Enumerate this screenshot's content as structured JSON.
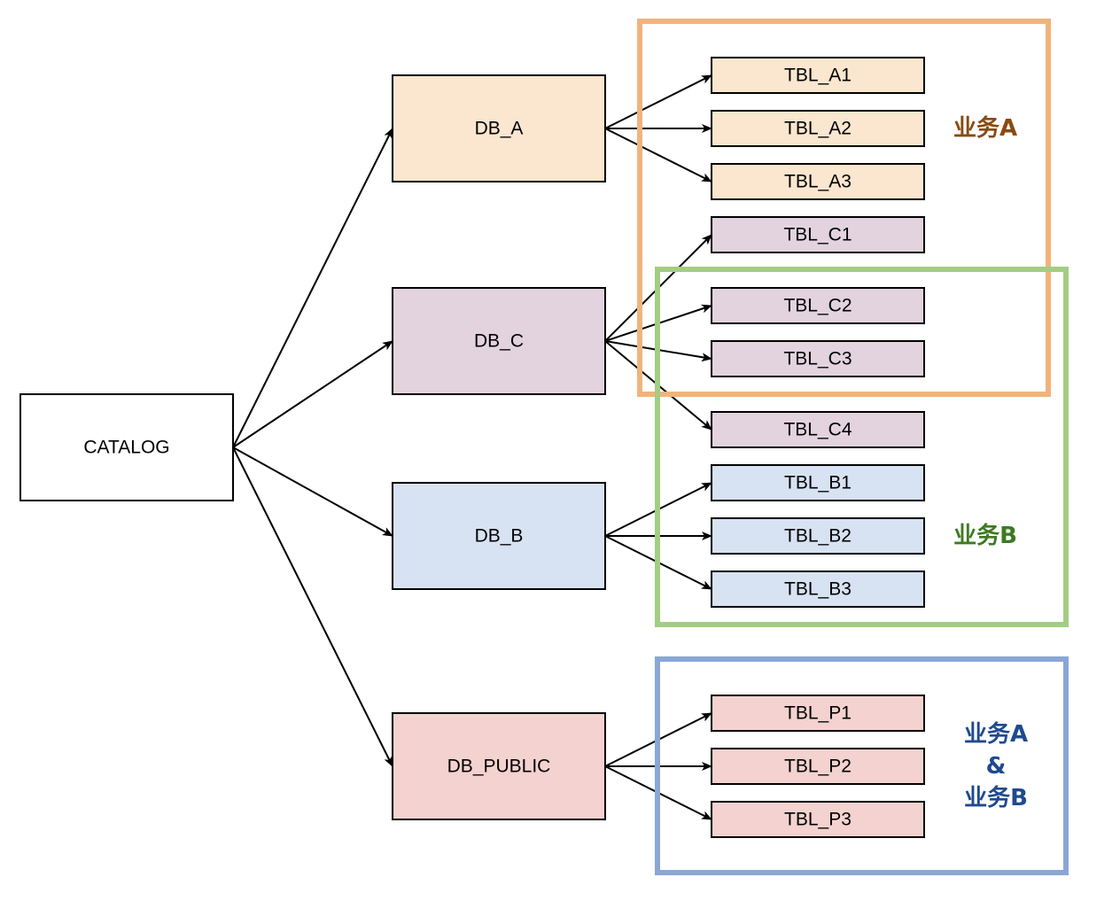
{
  "colors": {
    "catalog_fill": "#ffffff",
    "db_a_fill": "#fbe6cf",
    "db_c_fill": "#e2d3de",
    "db_b_fill": "#d7e2f2",
    "db_public_fill": "#f3d2cf",
    "stroke": "#000000",
    "group_a_border": "#f0b47c",
    "group_b_border": "#a3cd82",
    "group_shared_border": "#8aa6d6",
    "group_a_text": "#8a4a12",
    "group_b_text": "#3e7a23",
    "group_shared_text": "#1f4a8e"
  },
  "nodes": {
    "catalog": "CATALOG",
    "db_a": "DB_A",
    "db_c": "DB_C",
    "db_b": "DB_B",
    "db_public": "DB_PUBLIC",
    "tbl_a1": "TBL_A1",
    "tbl_a2": "TBL_A2",
    "tbl_a3": "TBL_A3",
    "tbl_c1": "TBL_C1",
    "tbl_c2": "TBL_C2",
    "tbl_c3": "TBL_C3",
    "tbl_c4": "TBL_C4",
    "tbl_b1": "TBL_B1",
    "tbl_b2": "TBL_B2",
    "tbl_b3": "TBL_B3",
    "tbl_p1": "TBL_P1",
    "tbl_p2": "TBL_P2",
    "tbl_p3": "TBL_P3"
  },
  "groups": {
    "business_a": "业务A",
    "business_b": "业务B",
    "shared_line1": "业务A",
    "shared_line2": "&",
    "shared_line3": "业务B"
  },
  "edges": [
    [
      "catalog",
      "db_a"
    ],
    [
      "catalog",
      "db_c"
    ],
    [
      "catalog",
      "db_b"
    ],
    [
      "catalog",
      "db_public"
    ],
    [
      "db_a",
      "tbl_a1"
    ],
    [
      "db_a",
      "tbl_a2"
    ],
    [
      "db_a",
      "tbl_a3"
    ],
    [
      "db_c",
      "tbl_c1"
    ],
    [
      "db_c",
      "tbl_c2"
    ],
    [
      "db_c",
      "tbl_c3"
    ],
    [
      "db_c",
      "tbl_c4"
    ],
    [
      "db_b",
      "tbl_b1"
    ],
    [
      "db_b",
      "tbl_b2"
    ],
    [
      "db_b",
      "tbl_b3"
    ],
    [
      "db_public",
      "tbl_p1"
    ],
    [
      "db_public",
      "tbl_p2"
    ],
    [
      "db_public",
      "tbl_p3"
    ]
  ]
}
